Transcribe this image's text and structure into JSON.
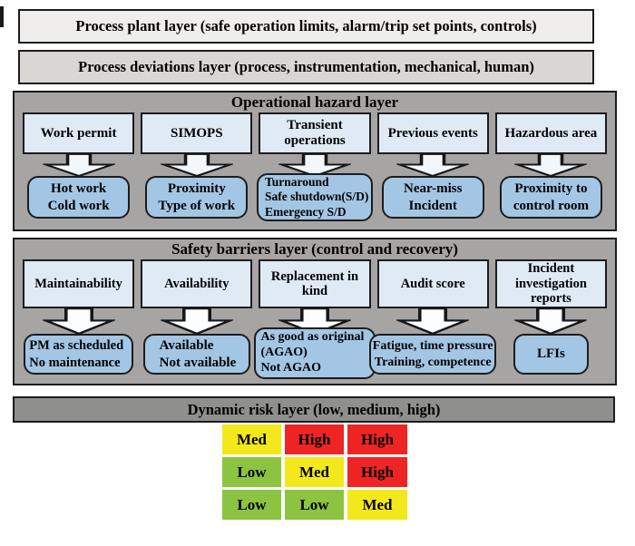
{
  "bars": {
    "plant": "Process plant layer (safe operation limits, alarm/trip set points, controls)",
    "deviations": "Process deviations layer (process, instrumentation, mechanical, human)",
    "dynamic_risk": "Dynamic risk layer (low, medium, high)"
  },
  "hazard_layer": {
    "title": "Operational hazard layer",
    "columns": [
      {
        "source": "Work permit",
        "outcomes": [
          "Hot work",
          "Cold work"
        ]
      },
      {
        "source": "SIMOPS",
        "outcomes": [
          "Proximity",
          "Type of work"
        ]
      },
      {
        "source": "Transient operations",
        "outcomes": [
          "Turnaround",
          "Safe shutdown(S/D)",
          "Emergency S/D"
        ]
      },
      {
        "source": "Previous events",
        "outcomes": [
          "Near-miss",
          "Incident"
        ]
      },
      {
        "source": "Hazardous area",
        "outcomes": [
          "Proximity to",
          "control room"
        ]
      }
    ]
  },
  "barriers_layer": {
    "title": "Safety barriers layer (control and recovery)",
    "columns": [
      {
        "source": "Maintainability",
        "outcomes": [
          "PM as scheduled",
          "No maintenance"
        ]
      },
      {
        "source": "Availability",
        "outcomes": [
          "Available",
          "Not available"
        ]
      },
      {
        "source": "Replacement in kind",
        "outcomes": [
          "As good as original",
          "(AGAO)",
          "Not AGAO"
        ]
      },
      {
        "source": "Audit score",
        "outcomes": [
          "Fatigue, time pressure",
          "Training, competence"
        ]
      },
      {
        "source": "Incident investigation reports",
        "outcomes": [
          "LFIs"
        ]
      }
    ]
  },
  "risk_matrix": {
    "colors": {
      "low": "#8cc442",
      "medium": "#f3e81c",
      "high": "#ee2524"
    },
    "rows": [
      [
        {
          "label": "Med",
          "level": "medium"
        },
        {
          "label": "High",
          "level": "high"
        },
        {
          "label": "High",
          "level": "high"
        }
      ],
      [
        {
          "label": "Low",
          "level": "low"
        },
        {
          "label": "Med",
          "level": "medium"
        },
        {
          "label": "High",
          "level": "high"
        }
      ],
      [
        {
          "label": "Low",
          "level": "low"
        },
        {
          "label": "Low",
          "level": "low"
        },
        {
          "label": "Med",
          "level": "medium"
        }
      ]
    ]
  }
}
